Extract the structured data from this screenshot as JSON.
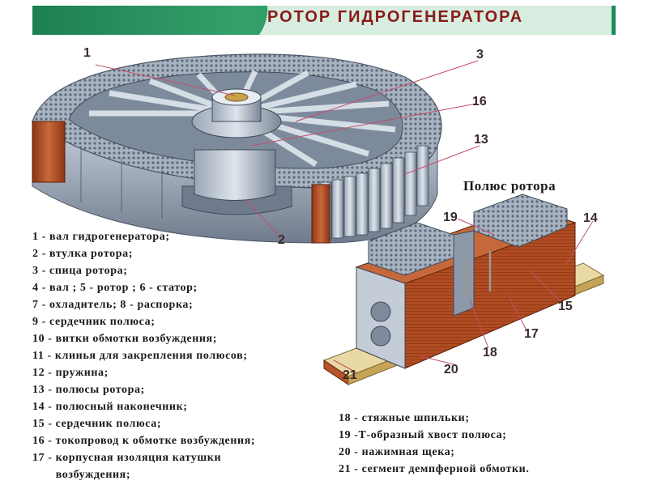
{
  "title": "РОТОР  ГИДРОГЕНЕРАТОРА",
  "pole_title": "Полюс  ротора",
  "colors": {
    "banner": "#1f8a58",
    "banner_light": "#cfe9d9",
    "title_text": "#8a1a1a",
    "copper": "#b5532a",
    "steel": "#8a96a6"
  },
  "callouts": [
    "1",
    "3",
    "16",
    "13",
    "2",
    "19",
    "14",
    "15",
    "17",
    "18",
    "20",
    "21"
  ],
  "legend_left": [
    "1 - вал  гидрогенератора;",
    "2 - втулка  ротора;",
    "3 - спица  ротора;",
    "4 - вал ;   5 - ротор ;   6 - статор;",
    "7 - охладитель;   8 - распорка;",
    "9 - сердечник  полюса;",
    "10 - витки  обмотки  возбуждения;",
    "11 - клинья для закрепления  полюсов;",
    "12 - пружина;",
    "13 - полюсы  ротора;",
    "14 - полюсный  наконечник;",
    "15 - сердечник  полюса;",
    "16 - токопровод  к обмотке  возбуждения;",
    "17 - корпусная  изоляция  катушки",
    "       возбуждения;"
  ],
  "legend_right": [
    "18 - стяжные  шпильки;",
    "19 -Т-образный  хвост  полюса;",
    "20 - нажимная  щека;",
    "21 - сегмент  демпферной  обмотки."
  ]
}
